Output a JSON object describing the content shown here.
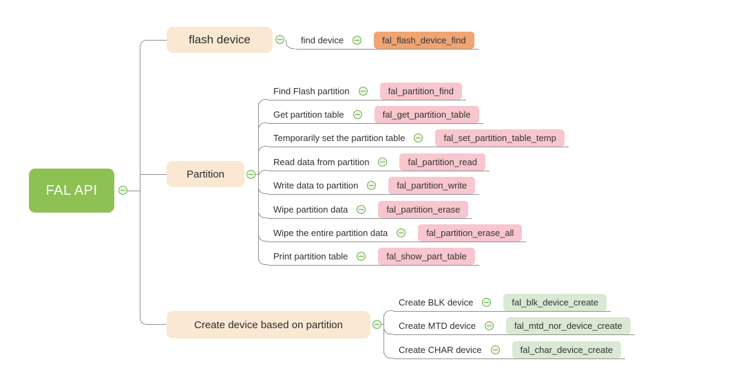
{
  "root": {
    "label": "FAL API"
  },
  "branches": [
    {
      "label": "flash device",
      "children": [
        {
          "label": "find device",
          "func": "fal_flash_device_find",
          "chip": "orange"
        }
      ]
    },
    {
      "label": "Partition",
      "children": [
        {
          "label": "Find Flash partition",
          "func": "fal_partition_find",
          "chip": "pink"
        },
        {
          "label": "Get partition table",
          "func": "fal_get_partition_table",
          "chip": "pink"
        },
        {
          "label": "Temporarily set the partition table",
          "func": "fal_set_partition_table_temp",
          "chip": "pink"
        },
        {
          "label": "Read data from partition",
          "func": "fal_partition_read",
          "chip": "pink"
        },
        {
          "label": "Write data to partition",
          "func": "fal_partition_write",
          "chip": "pink"
        },
        {
          "label": "Wipe partition data",
          "func": "fal_partition_erase",
          "chip": "pink"
        },
        {
          "label": "Wipe the entire partition data",
          "func": "fal_partition_erase_all",
          "chip": "pink"
        },
        {
          "label": "Print partition table",
          "func": "fal_show_part_table",
          "chip": "pink"
        }
      ]
    },
    {
      "label": "Create device based on partition",
      "children": [
        {
          "label": "Create BLK device",
          "func": "fal_blk_device_create",
          "chip": "green"
        },
        {
          "label": "Create MTD device",
          "func": "fal_mtd_nor_device_create",
          "chip": "green"
        },
        {
          "label": "Create CHAR device",
          "func": "fal_char_device_create",
          "chip": "green"
        }
      ]
    }
  ],
  "colors": {
    "root_bg": "#8dc153",
    "root_text": "#ffffff",
    "branch_bg": "#fae8d3",
    "chip_orange": "#f0a471",
    "chip_pink": "#f8c6ce",
    "chip_green": "#d9e9d4",
    "line": "#8f8f8f",
    "icon_green": "#64b23e"
  },
  "icons": {
    "collapse": "minus-circle"
  }
}
